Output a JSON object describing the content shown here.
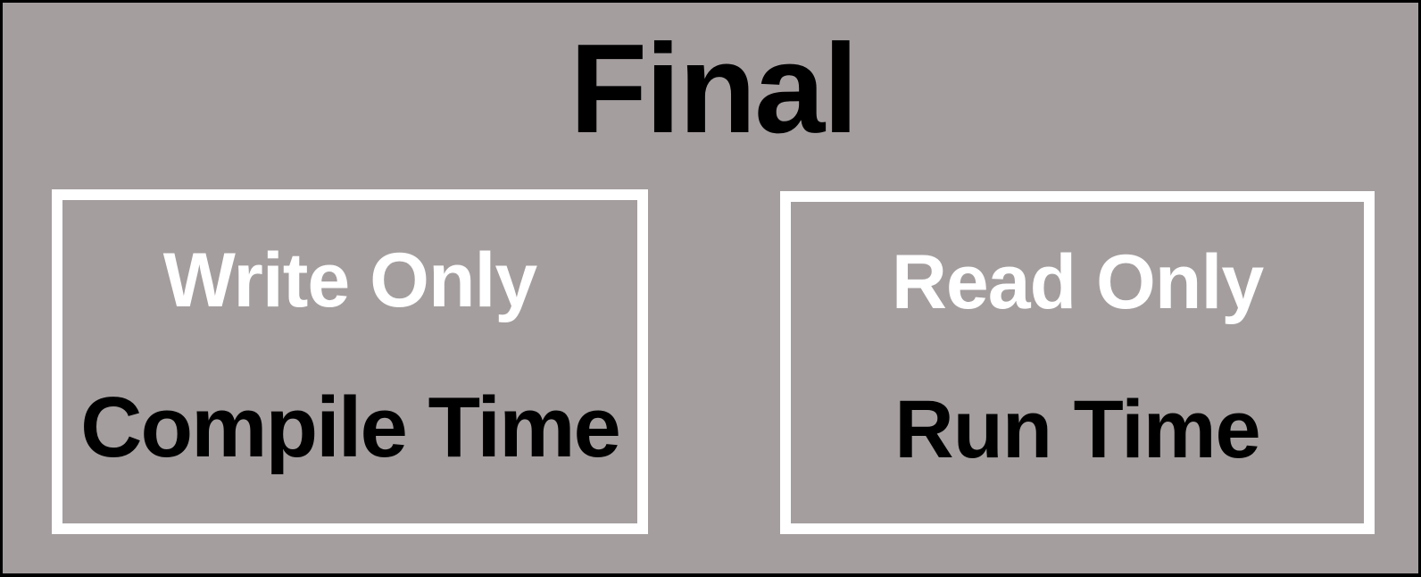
{
  "diagram": {
    "title": "Final",
    "background_color": "#a49e9f",
    "frame_color": "#000000",
    "box_border_color": "#ffffff",
    "title_color": "#000000",
    "access_text_color": "#ffffff",
    "phase_text_color": "#000000",
    "boxes": [
      {
        "id": "compile-time",
        "access": "Write Only",
        "phase": "Compile Time"
      },
      {
        "id": "run-time",
        "access": "Read Only",
        "phase": "Run Time"
      }
    ]
  }
}
